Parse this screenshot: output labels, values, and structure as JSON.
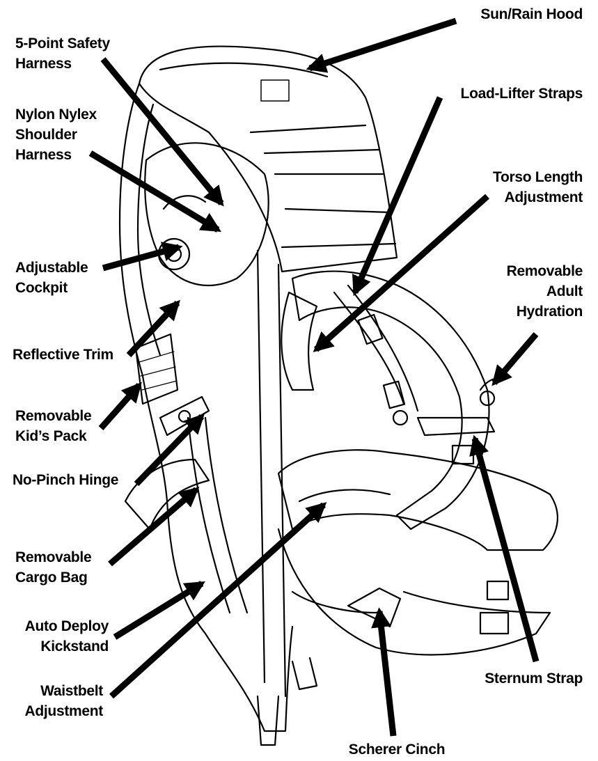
{
  "figure": "backpack-child-carrier-feature-diagram",
  "labels": {
    "sun_rain_hood": [
      "Sun/Rain Hood"
    ],
    "five_point_harness": [
      "5-Point Safety",
      "Harness"
    ],
    "nylon_shoulder_harness": [
      "Nylon Nylex",
      "Shoulder",
      "Harness"
    ],
    "load_lifter_straps": [
      "Load-Lifter Straps"
    ],
    "torso_length": [
      "Torso Length",
      "Adjustment"
    ],
    "adjustable_cockpit": [
      "Adjustable",
      "Cockpit"
    ],
    "adult_hydration": [
      "Removable",
      "Adult",
      "Hydration"
    ],
    "reflective_trim": [
      "Reflective Trim"
    ],
    "kids_pack": [
      "Removable",
      "Kid’s Pack"
    ],
    "no_pinch_hinge": [
      "No-Pinch Hinge"
    ],
    "cargo_bag": [
      "Removable",
      "Cargo Bag"
    ],
    "kickstand": [
      "Auto Deploy",
      "Kickstand"
    ],
    "sternum_strap": [
      "Sternum Strap"
    ],
    "waistbelt": [
      "Waistbelt",
      "Adjustment"
    ],
    "scherer_cinch": [
      "Scherer Cinch"
    ]
  },
  "colors": {
    "ink": "#000000",
    "paper": "#ffffff"
  }
}
